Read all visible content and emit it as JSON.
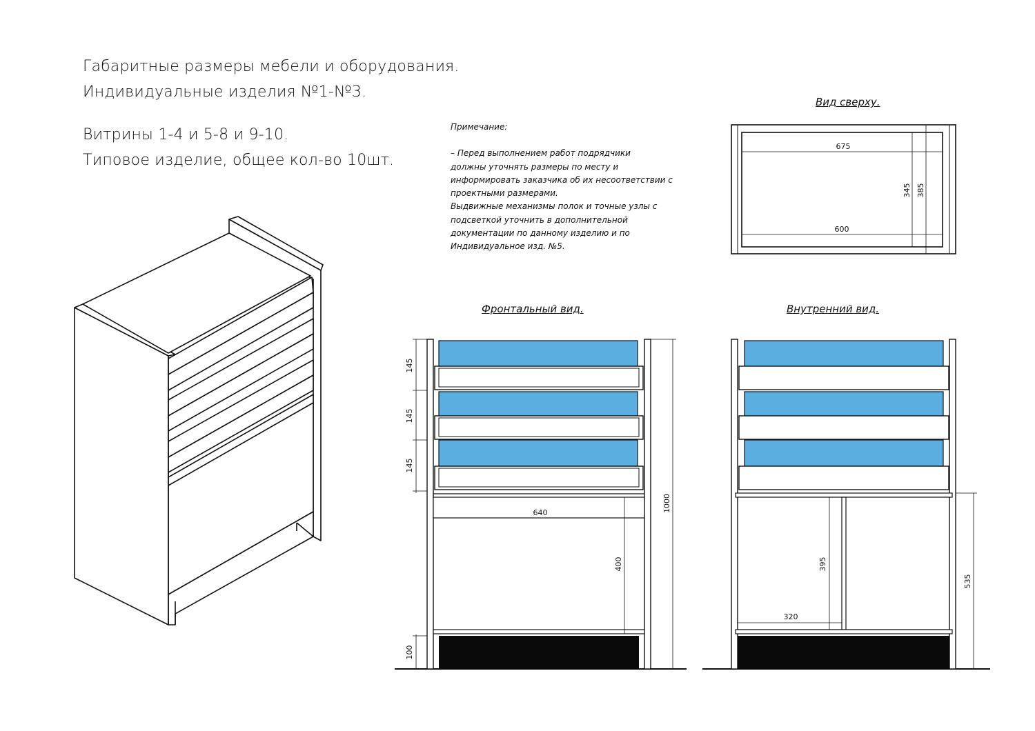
{
  "header": {
    "line1": "Габаритные размеры мебели и оборудования.",
    "line2": "Индивидуальные изделия №1-№3.",
    "line3": "Витрины 1-4 и 5-8 и 9-10.",
    "line4": "Типовое изделие, общее кол-во 10шт."
  },
  "note": {
    "title": "Примечание:",
    "lines": [
      "–          Перед выполнением работ подрядчики",
      "должны уточнять размеры по месту и",
      "информировать заказчика об их несоответствии с",
      "проектными размерами.",
      "Выдвижные механизмы полок и точные узлы с",
      "подсветкой уточнить в дополнительной",
      "документации по данному изделию и по",
      "Индивидуальное изд. №5."
    ]
  },
  "views": {
    "top": "Вид сверху.",
    "front": "Фронтальный вид.",
    "inner": "Внутренний вид."
  },
  "dimensions": {
    "top_width_outer": "675",
    "top_width_inner": "600",
    "top_depth_inner": "345",
    "top_depth_outer": "385",
    "front_shelf_1": "145",
    "front_shelf_2": "145",
    "front_shelf_3": "145",
    "front_plinth": "100",
    "front_inner_width": "640",
    "front_cabinet_height": "400",
    "front_total_height": "1000",
    "inner_cabinet_height": "395",
    "inner_door_width": "320",
    "inner_lower_height": "535"
  },
  "colors": {
    "glass": "#5aaee0",
    "line": "#111111",
    "plinth": "#0a0a0a"
  }
}
